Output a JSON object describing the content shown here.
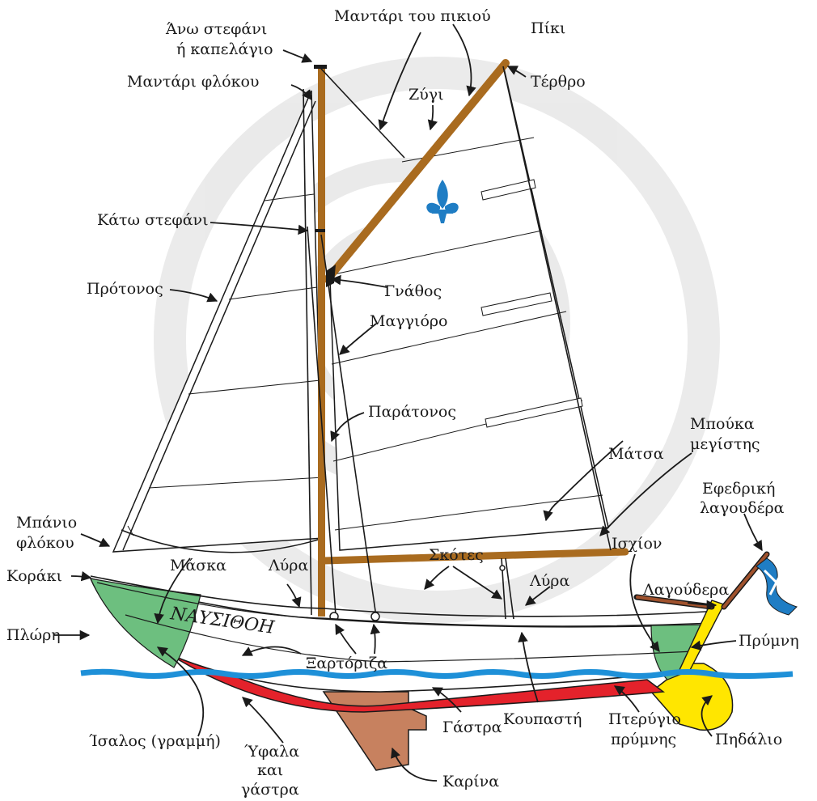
{
  "diagram": {
    "boat_name": "ΝΑΥΣΙΘΟΗ",
    "colors": {
      "wood": "#a96b1f",
      "bottom": "#e4222b",
      "bow_green": "#6dbf7f",
      "keel": "#c7815f",
      "rudder": "#ffe600",
      "water": "#1e90d8",
      "fleur": "#1f7dc4",
      "flag_blue": "#1f7dc4",
      "tiller": "#a0522d"
    },
    "labels": {
      "ano_stefani_1": "Άνω στεφάνι",
      "ano_stefani_2": "ή καπελάγιο",
      "mantari_pikiou": "Μαντάρι του πικιού",
      "piki": "Πίκι",
      "terthro": "Τέρθρο",
      "mantari_flokou": "Μαντάρι φλόκου",
      "zygi": "Ζύγι",
      "kato_stefani": "Κάτω στεφάνι",
      "protonos": "Πρότονος",
      "gnathos": "Γνάθος",
      "maggioro": "Μαγγιόρο",
      "paratonos": "Παράτονος",
      "matsa": "Μάτσα",
      "bouka_1": "Μπούκα",
      "bouka_2": "μεγίστης",
      "efedriki_1": "Εφεδρική",
      "efedriki_2": "λαγουδέρα",
      "banio_1": "Μπάνιο",
      "banio_2": "φλόκου",
      "koraki": "Κοράκι",
      "maska": "Μάσκα",
      "lyra_left": "Λύρα",
      "skotes": "Σκότες",
      "lyra_right": "Λύρα",
      "ischion": "Ισχίον",
      "lagoudera": "Λαγούδερα",
      "plori": "Πλώρη",
      "xartoriza": "Ξαρτόριζα",
      "prymni": "Πρύμνη",
      "isalos": "Ίσαλος (γραμμή)",
      "gastra": "Γάστρα",
      "koupasti": "Κουπαστή",
      "pterygio_1": "Πτερύγιο",
      "pterygio_2": "πρύμνης",
      "pidalio": "Πηδάλιο",
      "yfala_1": "Ύφαλα",
      "yfala_2": "και",
      "yfala_3": "γάστρα",
      "karina": "Καρίνα"
    }
  }
}
